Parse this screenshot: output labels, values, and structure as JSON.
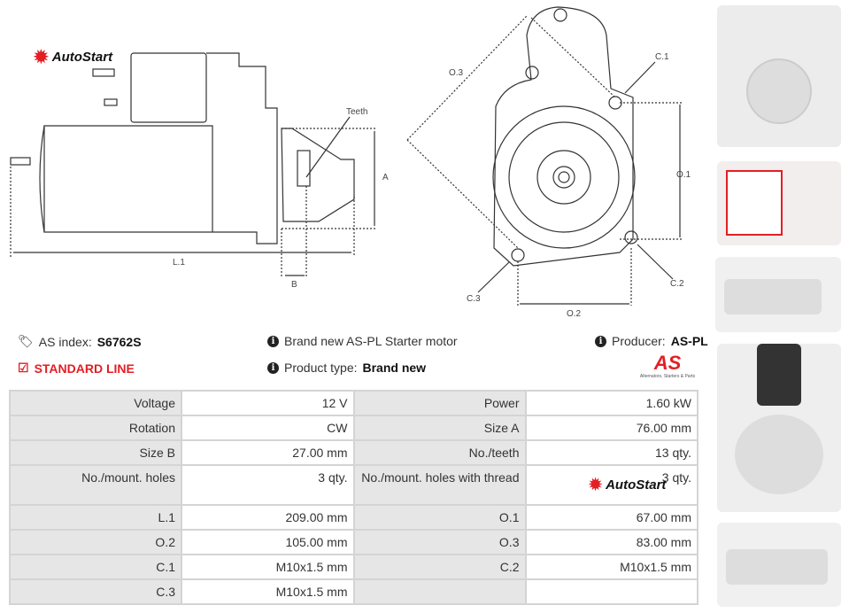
{
  "brand": {
    "logo_text": "AutoStart",
    "as_logo_text": "AS",
    "as_tagline": "Alternators, Starters & Parts"
  },
  "drawing": {
    "side": {
      "teeth": "Teeth",
      "a": "A",
      "l1": "L.1",
      "b": "B"
    },
    "front": {
      "o3": "O.3",
      "c1": "C.1",
      "o1": "O.1",
      "c2": "C.2",
      "c3": "C.3",
      "o2": "O.2"
    }
  },
  "info": {
    "as_index_label": "AS index:",
    "as_index_value": "S6762S",
    "line": "STANDARD LINE",
    "description": "Brand new AS-PL Starter motor",
    "product_type_label": "Product type:",
    "product_type_value": "Brand new",
    "producer_label": "Producer:",
    "producer_value": "AS-PL"
  },
  "specs": [
    [
      "Voltage",
      "12 V",
      "Power",
      "1.60 kW"
    ],
    [
      "Rotation",
      "CW",
      "Size A",
      "76.00 mm"
    ],
    [
      "Size B",
      "27.00 mm",
      "No./teeth",
      "13 qty."
    ],
    [
      "No./mount. holes",
      "3 qty.",
      "No./mount. holes with thread",
      "3 qty."
    ],
    [
      "L.1",
      "209.00 mm",
      "O.1",
      "67.00 mm"
    ],
    [
      "O.2",
      "105.00 mm",
      "O.3",
      "83.00 mm"
    ],
    [
      "C.1",
      "M10x1.5 mm",
      "C.2",
      "M10x1.5 mm"
    ],
    [
      "C.3",
      "M10x1.5 mm",
      "",
      ""
    ]
  ]
}
